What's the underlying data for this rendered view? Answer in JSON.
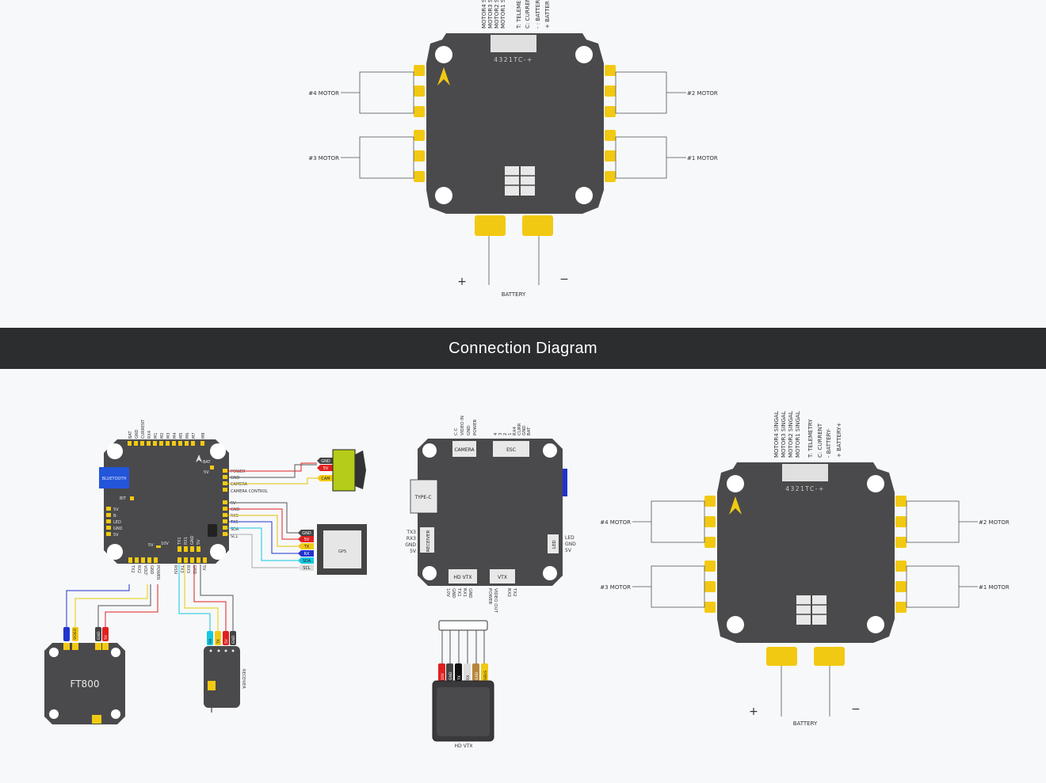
{
  "banner": {
    "title": "Connection Diagram"
  },
  "esc_top": {
    "pin_labels": [
      "MOTOR4 S",
      "MOTOR3 S",
      "MOTOR2 S",
      "MOTOR1 S",
      "T: TELEME",
      "C: CURREN",
      "- : BATTER",
      "+ BATTER"
    ],
    "silk": "4321TC-+",
    "motor_labels": {
      "m4": "#4 MOTOR",
      "m3": "#3 MOTOR",
      "m2": "#2 MOTOR",
      "m1": "#1 MOTOR"
    },
    "battery": {
      "plus": "+",
      "minus": "−",
      "label": "BATTERY"
    }
  },
  "fc": {
    "top_pins": [
      "BAT",
      "GND",
      "CURRENT",
      "RX4",
      "M1",
      "M2",
      "M3",
      "M4",
      "M5",
      "M6",
      "M7",
      "M8"
    ],
    "bat_label": "BAT",
    "v5_label": "5V",
    "bluetooth": "BLUETOOTH",
    "bit": "BIT",
    "left_pins": [
      "5V",
      "B-",
      "LED",
      "GND",
      "5V"
    ],
    "right_cam": [
      "POWER",
      "GND",
      "CAMERA",
      "CAMERA CONTROL"
    ],
    "right_gps": [
      "5V",
      "GND",
      "RX5",
      "TX5",
      "SDA",
      "SCL"
    ],
    "v5v10": [
      "5V",
      "10V"
    ],
    "bottom_left": [
      "TX2",
      "RX2",
      "VOLT",
      "GND",
      "POWER"
    ],
    "bottom_right": [
      "RSSI",
      "TX3",
      "RX3",
      "GND",
      "5V"
    ],
    "bottom_top": [
      "TX1",
      "RX1",
      "GND",
      "5V"
    ],
    "cam_tags": [
      "GND",
      "5V",
      "CAM"
    ],
    "gps_tags": [
      "GND",
      "5V",
      "TX",
      "RX",
      "SDA",
      "SCL"
    ],
    "gps_label": "GPS",
    "vtx_pins": [
      "VIDEO",
      "GND",
      "5V"
    ],
    "vtx_name": "FT800",
    "rx_pins": [
      "RX",
      "TX",
      "5V",
      "GND"
    ],
    "rx_name": "RECEIVER"
  },
  "hd": {
    "top_left": [
      "C.C",
      "VIDEO IN",
      "GND",
      "POWER"
    ],
    "top_right": [
      "4",
      "3",
      "2",
      "1",
      "RX4",
      "CURR",
      "GND",
      "BAT"
    ],
    "camera": "CAMERA",
    "esc": "ESC",
    "typec": "TYPE-C",
    "receiver": "RECEIVER",
    "rx_pins": [
      "TX3",
      "RX3",
      "GND",
      "5V"
    ],
    "led": "LED",
    "led_pins": [
      "LED",
      "GND",
      "5V"
    ],
    "hdvtx": "HD VTX",
    "vtx": "VTX",
    "bottom_pins": [
      "10V",
      "GND",
      "TX1",
      "RX1",
      "GND",
      "POWER",
      "VIDEO OUT",
      "RX2",
      "TX2"
    ],
    "plug_pins": [
      "10V",
      "GND",
      "TX",
      "RX",
      "GND",
      "SBUS"
    ],
    "module_label": "HD VTX"
  },
  "esc_bot": {
    "pin_labels": [
      "MOTOR4 SINGAL",
      "MOTOR3 SINGAL",
      "MOTOR2 SINGAL",
      "MOTOR1 SINGAL",
      "T: TELEMETRY",
      "C: CURRENT",
      "- BATTERY-",
      "+ BATTERY+"
    ],
    "silk": "4321TC-+",
    "motor_labels": {
      "m4": "#4 MOTOR",
      "m3": "#3 MOTOR",
      "m2": "#2 MOTOR",
      "m1": "#1 MOTOR"
    },
    "battery": {
      "plus": "+",
      "minus": "−",
      "label": "BATTERY"
    }
  },
  "colors": {
    "board": "#4a4a4c",
    "pad": "#f2c912",
    "wire": "#555555",
    "banner": "#2b2d2f"
  }
}
